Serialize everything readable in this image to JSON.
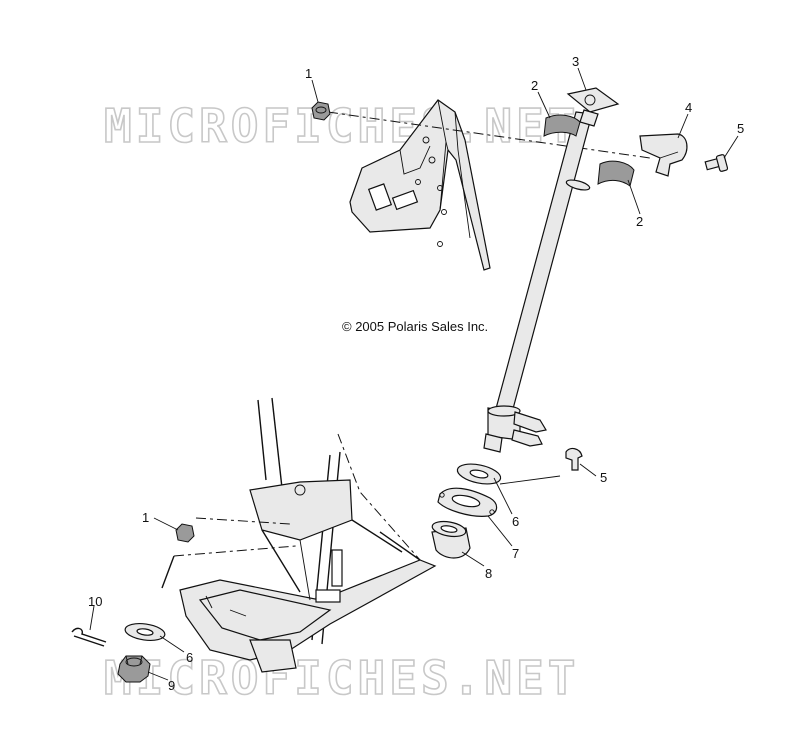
{
  "watermark": "MICROFICHES.NET",
  "copyright": "© 2005 Polaris Sales Inc.",
  "callouts": {
    "c1a": "1",
    "c1b": "1",
    "c2a": "2",
    "c2b": "2",
    "c3": "3",
    "c4": "4",
    "c5a": "5",
    "c5b": "5",
    "c6a": "6",
    "c6b": "6",
    "c7": "7",
    "c8": "8",
    "c9": "9",
    "c10": "10"
  }
}
